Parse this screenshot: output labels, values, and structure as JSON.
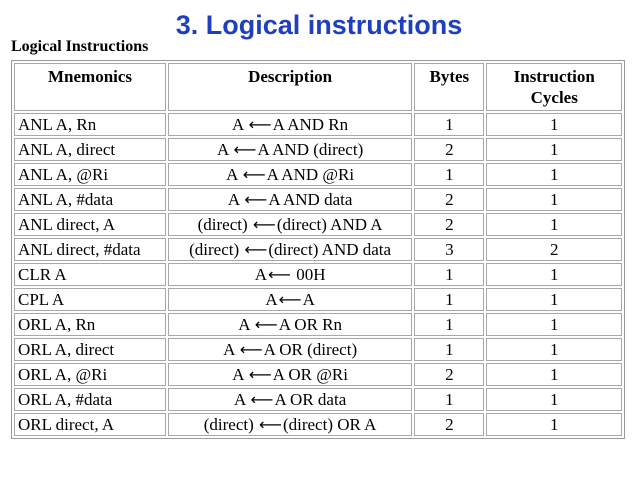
{
  "slide_title": "3. Logical instructions",
  "section_title": "Logical Instructions",
  "arrow_glyph": "⟵",
  "table": {
    "headers": [
      "Mnemonics",
      "Description",
      "Bytes",
      "Instruction Cycles"
    ],
    "rows": [
      {
        "mnemonic": "ANL A, Rn",
        "desc_left": "A",
        "desc_right": "A AND Rn",
        "bytes": "1",
        "cycles": "1"
      },
      {
        "mnemonic": "ANL A, direct",
        "desc_left": "A",
        "desc_right": "A AND (direct)",
        "bytes": "2",
        "cycles": "1"
      },
      {
        "mnemonic": "ANL A, @Ri",
        "desc_left": "A",
        "desc_right": "A AND @Ri",
        "bytes": "1",
        "cycles": "1"
      },
      {
        "mnemonic": "ANL A, #data",
        "desc_left": "A",
        "desc_right": "A AND data",
        "bytes": "2",
        "cycles": "1"
      },
      {
        "mnemonic": "ANL direct, A",
        "desc_left": "(direct)",
        "desc_right": "(direct) AND A",
        "bytes": "2",
        "cycles": "1"
      },
      {
        "mnemonic": "ANL direct, #data",
        "desc_left": "(direct)",
        "desc_right": "(direct) AND data",
        "bytes": "3",
        "cycles": "2"
      },
      {
        "mnemonic": "CLR A",
        "desc_left": "A",
        "desc_right": "00H",
        "bytes": "1",
        "cycles": "1"
      },
      {
        "mnemonic": "CPL A",
        "desc_left": "A",
        "desc_right": "A",
        "bytes": "1",
        "cycles": "1"
      },
      {
        "mnemonic": "ORL A, Rn",
        "desc_left": "A",
        "desc_right": "A OR Rn",
        "bytes": "1",
        "cycles": "1"
      },
      {
        "mnemonic": "ORL A, direct",
        "desc_left": "A",
        "desc_right": "A OR (direct)",
        "bytes": "1",
        "cycles": "1"
      },
      {
        "mnemonic": "ORL A, @Ri",
        "desc_left": "A",
        "desc_right": "A OR @Ri",
        "bytes": "2",
        "cycles": "1"
      },
      {
        "mnemonic": "ORL A, #data",
        "desc_left": "A",
        "desc_right": "A OR data",
        "bytes": "1",
        "cycles": "1"
      },
      {
        "mnemonic": "ORL direct, A",
        "desc_left": "(direct)",
        "desc_right": "(direct) OR A",
        "bytes": "2",
        "cycles": "1"
      }
    ]
  }
}
